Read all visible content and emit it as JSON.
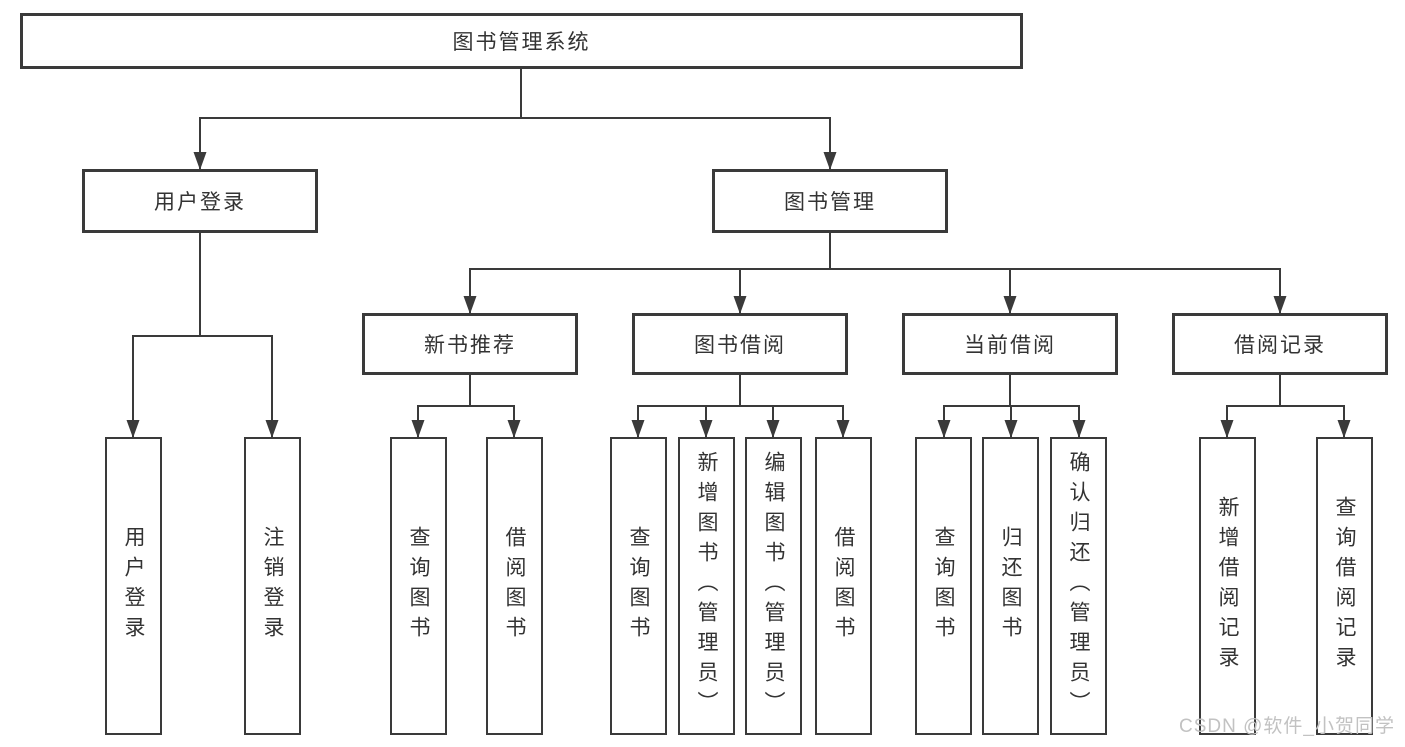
{
  "diagram": {
    "title": "图书管理系统",
    "branches": [
      {
        "label": "用户登录",
        "children": [
          "用户登录",
          "注销登录"
        ]
      },
      {
        "label": "图书管理",
        "sections": [
          {
            "label": "新书推荐",
            "children": [
              "查询图书",
              "借阅图书"
            ]
          },
          {
            "label": "图书借阅",
            "children": [
              "查询图书",
              "新增图书（管理员）",
              "编辑图书（管理员）",
              "借阅图书"
            ]
          },
          {
            "label": "当前借阅",
            "children": [
              "查询图书",
              "归还图书",
              "确认归还（管理员）"
            ]
          },
          {
            "label": "借阅记录",
            "children": [
              "新增借阅记录",
              "查询借阅记录"
            ]
          }
        ]
      }
    ],
    "colors": {
      "line": "#3a3a3a",
      "box_border": "#3a3a3a",
      "text": "#333333",
      "background": "#ffffff",
      "watermark_text": "#c2c2c2"
    }
  },
  "watermark": {
    "text": "CSDN @软件_小贺同学"
  }
}
